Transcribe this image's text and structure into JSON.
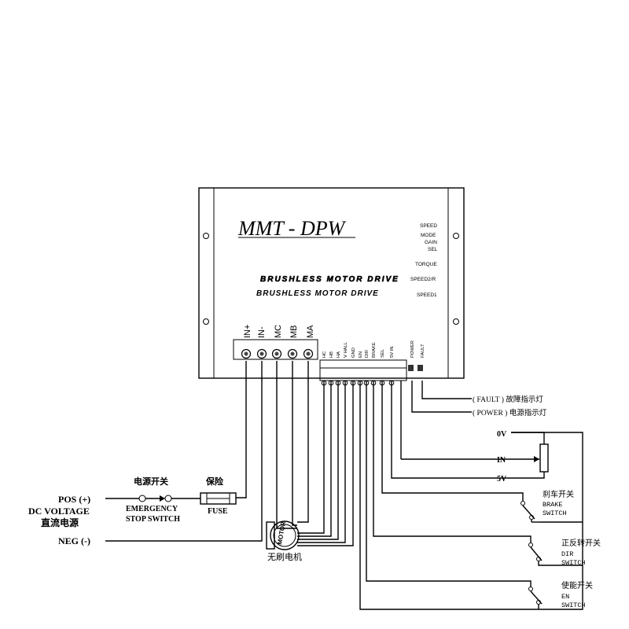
{
  "drive": {
    "model": "MMT - DPW",
    "subtitle_shadow": "BRUSHLESS MOTOR DRIVE",
    "subtitle": "BRUSHLESS MOTOR DRIVE",
    "right_labels": [
      "SPEED",
      "MODE",
      "GAIN",
      "SEL",
      "TORQUE",
      "SPEED2/R",
      "SPEED1"
    ],
    "power_terminals": [
      "IN+",
      "IN-",
      "MC",
      "MB",
      "MA"
    ],
    "signal_terminals": [
      "HC",
      "HB",
      "HA",
      "V HALL",
      "GND",
      "EN",
      "DIR",
      "BRAKE",
      "SEL",
      "5V IN",
      "POWER",
      "FAULT"
    ]
  },
  "leds": {
    "fault": "( FAULT ) 故障指示灯",
    "power": "( POWER ) 电源指示灯"
  },
  "pot": {
    "zero": "0V",
    "in": "IN",
    "five": "5V"
  },
  "switches": {
    "brake_cn": "刹车开关",
    "brake_en1": "BRAKE",
    "brake_en2": "SWITCH",
    "dir_cn": "正反转开关",
    "dir_en1": "DIR",
    "dir_en2": "SWITCH",
    "en_cn": "使能开关",
    "en_en1": "EN",
    "en_en2": "SWITCH"
  },
  "power_input": {
    "pos": "POS (+)",
    "dcv": "DC VOLTAGE",
    "dcv_cn": "直流电源",
    "neg": "NEG (-)",
    "estop_cn": "电源开关",
    "estop1": "EMERGENCY",
    "estop2": "STOP SWITCH",
    "fuse_cn": "保险",
    "fuse": "FUSE"
  },
  "motor": {
    "label": "MOTOR",
    "cn": "无刷电机"
  },
  "colors": {
    "line": "#000000",
    "background": "#ffffff"
  }
}
